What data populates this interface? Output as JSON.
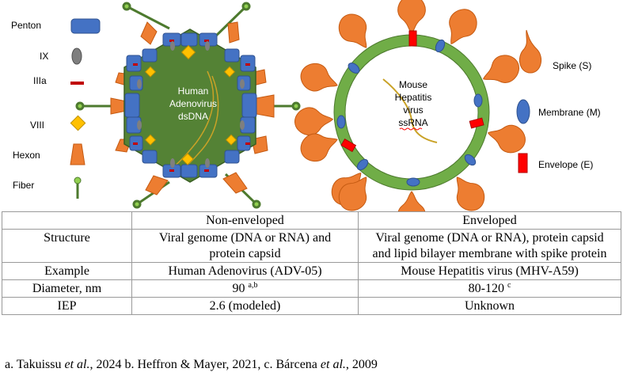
{
  "adenovirus": {
    "name_lines": [
      "Human",
      "Adenovirus",
      "dsDNA"
    ],
    "legend": [
      {
        "label": "Penton",
        "icon": "penton-rect"
      },
      {
        "label": "IX",
        "icon": "ix-oval"
      },
      {
        "label": "IIIa",
        "icon": "iiia-bar"
      },
      {
        "label": "VIII",
        "icon": "viii-diamond"
      },
      {
        "label": "Hexon",
        "icon": "hexon-trapezoid"
      },
      {
        "label": "Fiber",
        "icon": "fiber-stalk"
      }
    ]
  },
  "coronavirus": {
    "name_lines": [
      "Mouse",
      "Hepatitis",
      "virus",
      "ssRNA"
    ],
    "legend": [
      {
        "label": "Spike (S)",
        "icon": "spike-teardrop"
      },
      {
        "label": "Membrane (M)",
        "icon": "membrane-oval"
      },
      {
        "label": "Envelope (E)",
        "icon": "envelope-rect"
      }
    ]
  },
  "colors": {
    "penton": "#4472c4",
    "hexon": "#ed7d31",
    "capsid": "#548235",
    "ix": "#7f7f7f",
    "iiia": "#c00000",
    "viii": "#ffc000",
    "fiber": "#70ad47",
    "envelope_ring": "#70ad47",
    "spike": "#ed7d31",
    "membrane": "#4472c4",
    "envelope_protein": "#ff0000",
    "genome": "#c9a227"
  },
  "table": {
    "header": [
      "",
      "Non-enveloped",
      "Enveloped"
    ],
    "rows": [
      {
        "label": "Structure",
        "non_enveloped": "Viral genome (DNA or RNA) and protein capsid",
        "enveloped": "Viral genome (DNA or RNA), protein capsid and lipid bilayer membrane with spike protein"
      },
      {
        "label": "Example",
        "non_enveloped": "Human Adenovirus (ADV-05)",
        "enveloped": "Mouse Hepatitis virus (MHV-A59)"
      },
      {
        "label": "Diameter, nm",
        "non_enveloped": "90",
        "non_enveloped_sup": "a,b",
        "enveloped": "80-120",
        "enveloped_sup": "c"
      },
      {
        "label": "IEP",
        "non_enveloped": "2.6 (modeled)",
        "enveloped": "Unknown"
      }
    ]
  },
  "references": {
    "a": {
      "prefix": "a. Takuissu ",
      "etal": "et al.",
      "suffix": ", 2024"
    },
    "b": "b. Heffron & Mayer, 2021,",
    "c": {
      "prefix": "c. Bárcena ",
      "etal": "et al.",
      "suffix": ", 2009"
    }
  }
}
